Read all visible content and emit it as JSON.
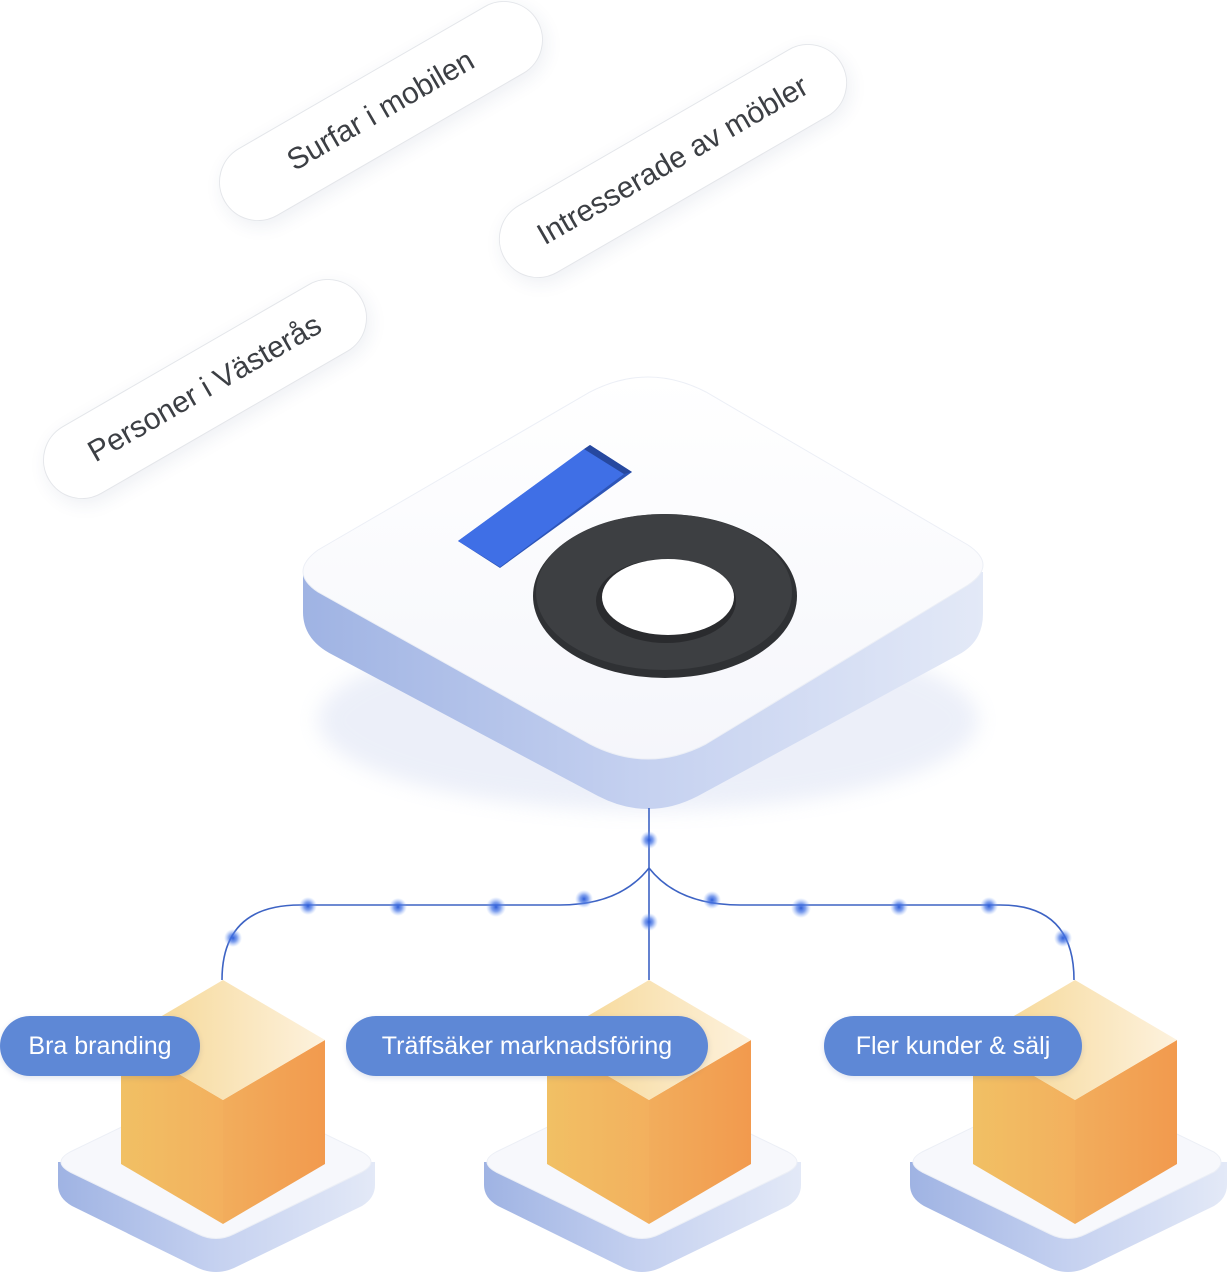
{
  "audience_tags": [
    {
      "label": "Surfar i mobilen"
    },
    {
      "label": "Intresserade av möbler"
    },
    {
      "label": "Personer i Västerås"
    }
  ],
  "outcomes": [
    {
      "label": "Bra branding"
    },
    {
      "label": "Träffsäker marknadsföring"
    },
    {
      "label": "Fler kunder & sälj"
    }
  ],
  "colors": {
    "logo_bar": "#3f6fe6",
    "logo_ring": "#3d3f42",
    "pill_bg": "#5e88d6",
    "connector": "#3d63c4",
    "cube_light": "#f3c76a",
    "cube_dark": "#f29a4e",
    "platform_side": "#b3c2e8"
  },
  "icons": [
    "logo-bar-icon",
    "logo-ring-icon",
    "cube-icon"
  ]
}
